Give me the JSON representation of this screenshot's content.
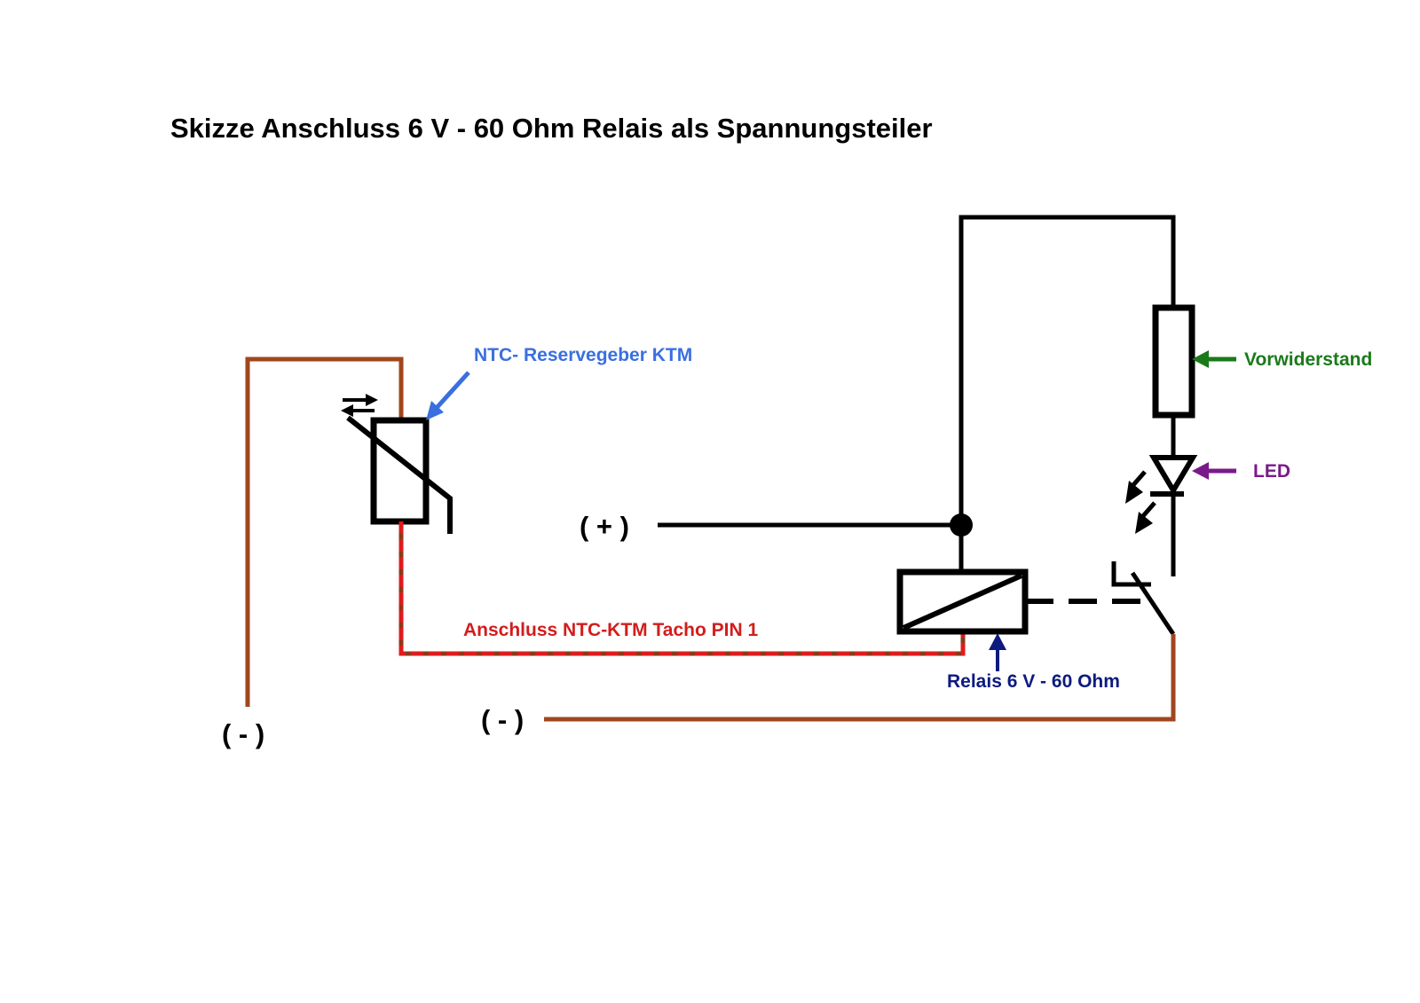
{
  "title": "Skizze Anschluss 6 V - 60 Ohm Relais als Spannungsteiler",
  "labels": {
    "ntc": "NTC- Reservegeber KTM",
    "resistor": "Vorwiderstand",
    "led": "LED",
    "tacho": "Anschluss NTC-KTM Tacho PIN 1",
    "relay": "Relais 6 V - 60 Ohm"
  },
  "terminals": {
    "plus": "( + )",
    "minus_left": "( - )",
    "minus_right": "( - )"
  },
  "colors": {
    "wire": "#000000",
    "ground_wire": "#a0461e",
    "signal_wire": "#e01b1b",
    "ntc_label": "#3a6fe0",
    "resistor_label": "#1a7a1a",
    "led_label": "#7a1a8a",
    "tacho_label": "#d41c1c",
    "relay_label": "#0d1a80"
  },
  "components": [
    {
      "id": "ntc",
      "type": "thermistor-ntc",
      "name": "NTC- Reservegeber KTM"
    },
    {
      "id": "resistor",
      "type": "resistor",
      "name": "Vorwiderstand"
    },
    {
      "id": "led",
      "type": "led",
      "name": "LED"
    },
    {
      "id": "relay",
      "type": "relay-coil",
      "name": "Relais 6 V - 60 Ohm"
    },
    {
      "id": "switch",
      "type": "relay-contact"
    }
  ]
}
